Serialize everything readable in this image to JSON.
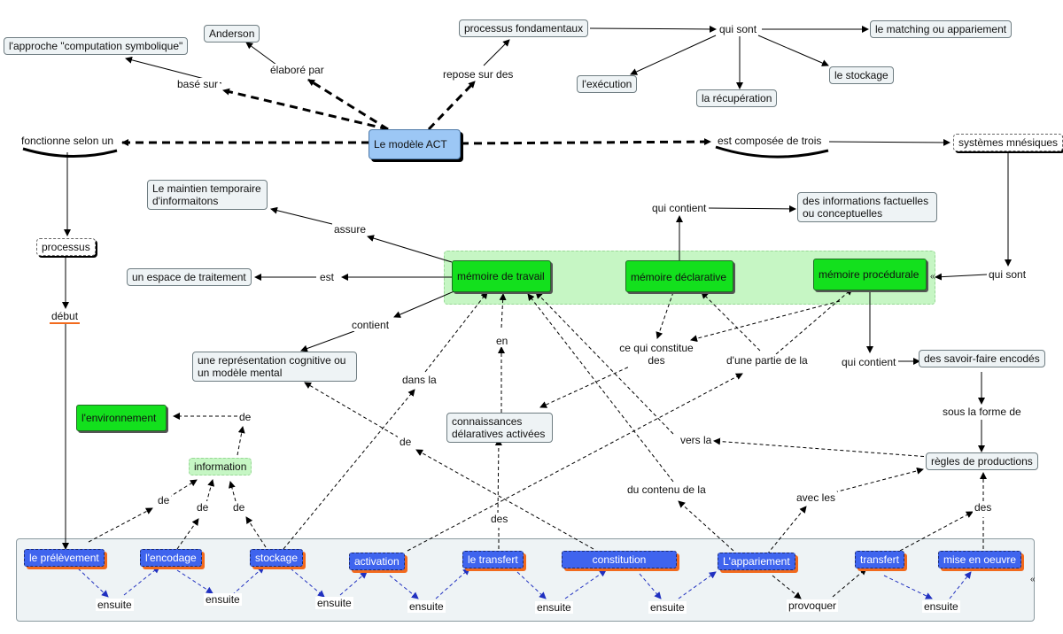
{
  "nodes": {
    "computation": "l'approche \"computation symbolique\"",
    "anderson": "Anderson",
    "processus_fond": "processus fondamentaux",
    "matching": "le matching ou appariement",
    "execution": "l'exécution",
    "recuperation": "la récupération",
    "stockage_top": "le stockage",
    "act": "Le modèle ACT",
    "systemes": "systèmes mnésiques",
    "maintien": "Le maintien temporaire d'informaitons",
    "espace": "un espace de traitement",
    "info_fact": "des informations factuelles ou conceptuelles",
    "processus": "processus",
    "mem_travail": "mémoire de travail",
    "mem_decl": "mémoire déclarative",
    "mem_proc": "mémoire procédurale",
    "representation": "une représentation cognitive ou un modèle mental",
    "environnement": "l'environnement",
    "information": "information",
    "connaissances": "connaissances délaratives  activées",
    "savoir_faire": "des savoir-faire encodés",
    "regles": "règles de productions",
    "prelevement": "le prélèvement",
    "encodage": "l'encodage",
    "stockage": "stockage",
    "activation": "activation",
    "transfert1": "le transfert",
    "constitution": "constitution",
    "appariement": "L'appariement",
    "transfert2": "transfert",
    "mise_en_oeuvre": "mise en oeuvre"
  },
  "link_labels": {
    "base_sur": "basé sur",
    "elabore_par": "élaboré par",
    "repose_sur": "repose sur des",
    "qui_sont_top": "qui sont",
    "fonctionne": "fonctionne selon un",
    "est_composee": "est composée de trois",
    "qui_contient_decl": "qui contient",
    "assure": "assure",
    "est": "est",
    "qui_sont_right": "qui sont",
    "debut": "début",
    "contient": "contient",
    "en": "en",
    "ce_qui": "ce qui constitue des",
    "partie": "d'une partie de la",
    "qui_contient_proc": "qui contient",
    "sous_la_forme": "sous la forme de",
    "dans_la": "dans la",
    "de_env": "de",
    "de_repr": "de",
    "vers_la": "vers la",
    "du_contenu": "du contenu de la",
    "avec_les": "avec les",
    "de1": "de",
    "de2": "de",
    "de3": "de",
    "des1": "des",
    "des2": "des",
    "ensuite1": "ensuite",
    "ensuite2": "ensuite",
    "ensuite3": "ensuite",
    "ensuite4": "ensuite",
    "ensuite5": "ensuite",
    "ensuite6": "ensuite",
    "provoquer": "provoquer",
    "ensuite7": "ensuite"
  },
  "collapse_icons": [
    "collapse-arrows-icon",
    "collapse-arrows-icon"
  ],
  "colors": {
    "green_node": "#13e01d",
    "blue_node": "#3f64ee",
    "act_node": "#9cc7f5",
    "orange_shadow": "#f26a1d"
  }
}
